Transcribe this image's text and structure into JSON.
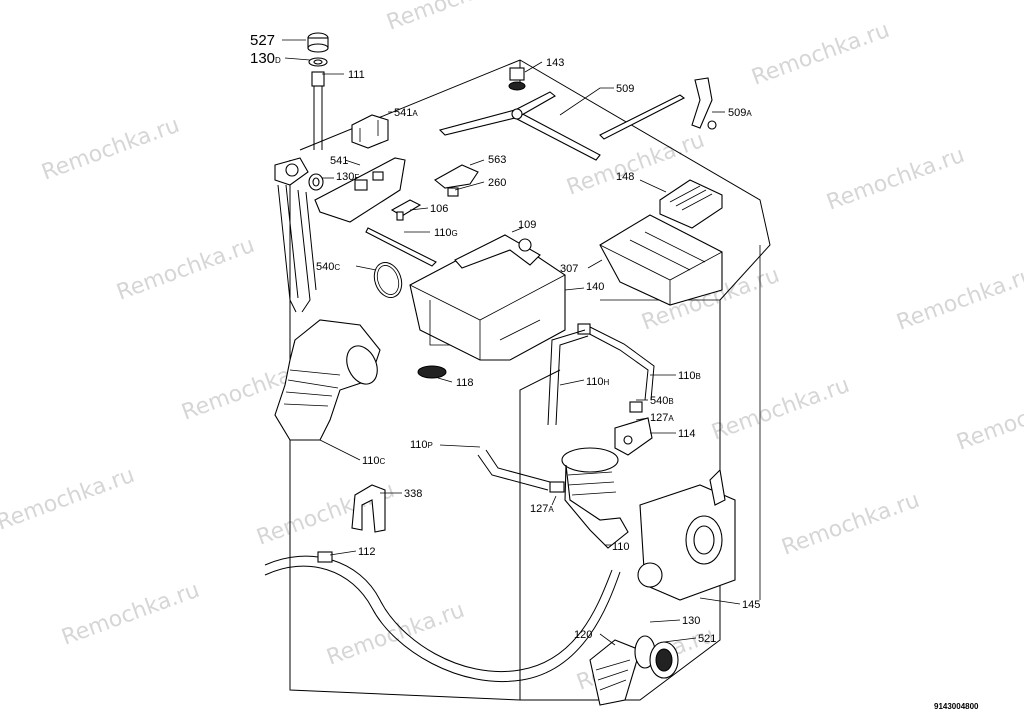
{
  "watermark": "Remochka.ru",
  "doc_number": "9143004800",
  "labels": [
    {
      "id": "p527",
      "main": "527",
      "sub": ""
    },
    {
      "id": "p130d",
      "main": "130",
      "sub": "D"
    },
    {
      "id": "p111",
      "main": "111",
      "sub": ""
    },
    {
      "id": "p143",
      "main": "143",
      "sub": ""
    },
    {
      "id": "p509",
      "main": "509",
      "sub": ""
    },
    {
      "id": "p509a",
      "main": "509",
      "sub": "A"
    },
    {
      "id": "p541a",
      "main": "541",
      "sub": "A"
    },
    {
      "id": "p541",
      "main": "541",
      "sub": ""
    },
    {
      "id": "p130f",
      "main": "130",
      "sub": "F"
    },
    {
      "id": "p563",
      "main": "563",
      "sub": ""
    },
    {
      "id": "p260",
      "main": "260",
      "sub": ""
    },
    {
      "id": "p148",
      "main": "148",
      "sub": ""
    },
    {
      "id": "p106",
      "main": "106",
      "sub": ""
    },
    {
      "id": "p109",
      "main": "109",
      "sub": ""
    },
    {
      "id": "p110g",
      "main": "110",
      "sub": "G"
    },
    {
      "id": "p307",
      "main": "307",
      "sub": ""
    },
    {
      "id": "p540c",
      "main": "540",
      "sub": "C"
    },
    {
      "id": "p140",
      "main": "140",
      "sub": ""
    },
    {
      "id": "p118",
      "main": "118",
      "sub": ""
    },
    {
      "id": "p110h",
      "main": "110",
      "sub": "H"
    },
    {
      "id": "p110b",
      "main": "110",
      "sub": "B"
    },
    {
      "id": "p540b",
      "main": "540",
      "sub": "B"
    },
    {
      "id": "p127a1",
      "main": "127",
      "sub": "A"
    },
    {
      "id": "p114",
      "main": "114",
      "sub": ""
    },
    {
      "id": "p110p",
      "main": "110",
      "sub": "P"
    },
    {
      "id": "p110c",
      "main": "110",
      "sub": "C"
    },
    {
      "id": "p338",
      "main": "338",
      "sub": ""
    },
    {
      "id": "p127a2",
      "main": "127",
      "sub": "A"
    },
    {
      "id": "p110",
      "main": "110",
      "sub": ""
    },
    {
      "id": "p112",
      "main": "112",
      "sub": ""
    },
    {
      "id": "p145",
      "main": "145",
      "sub": ""
    },
    {
      "id": "p120",
      "main": "120",
      "sub": ""
    },
    {
      "id": "p130",
      "main": "130",
      "sub": ""
    },
    {
      "id": "p521",
      "main": "521",
      "sub": ""
    }
  ]
}
